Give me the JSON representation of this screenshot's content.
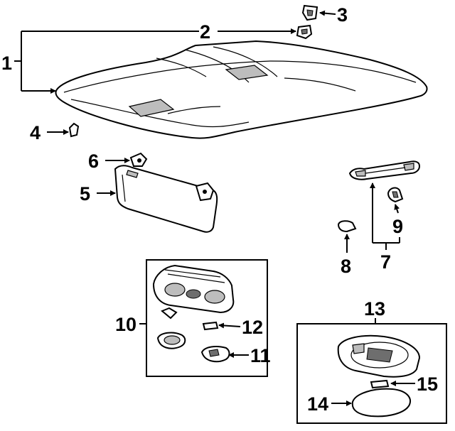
{
  "callouts": [
    {
      "id": "1",
      "label": "1"
    },
    {
      "id": "2",
      "label": "2"
    },
    {
      "id": "3",
      "label": "3"
    },
    {
      "id": "4",
      "label": "4"
    },
    {
      "id": "5",
      "label": "5"
    },
    {
      "id": "6",
      "label": "6"
    },
    {
      "id": "7",
      "label": "7"
    },
    {
      "id": "8",
      "label": "8"
    },
    {
      "id": "9",
      "label": "9"
    },
    {
      "id": "10",
      "label": "10"
    },
    {
      "id": "11",
      "label": "11"
    },
    {
      "id": "12",
      "label": "12"
    },
    {
      "id": "13",
      "label": "13"
    },
    {
      "id": "14",
      "label": "14"
    },
    {
      "id": "15",
      "label": "15"
    }
  ],
  "parts": [
    {
      "id": "headliner",
      "icon": "headliner-panel-icon",
      "callout": "1"
    },
    {
      "id": "retainer-clip",
      "icon": "clip-icon",
      "callout": "2"
    },
    {
      "id": "upper-clip",
      "icon": "clip-icon",
      "callout": "3"
    },
    {
      "id": "sun-visor-hook",
      "icon": "hook-icon",
      "callout": "4"
    },
    {
      "id": "sun-visor",
      "icon": "sun-visor-icon",
      "callout": "5"
    },
    {
      "id": "visor-bracket",
      "icon": "bracket-icon",
      "callout": "6"
    },
    {
      "id": "grab-handle",
      "icon": "grab-handle-icon",
      "callout": "7"
    },
    {
      "id": "handle-cap",
      "icon": "cap-icon",
      "callout": "8"
    },
    {
      "id": "handle-clip",
      "icon": "clip-icon",
      "callout": "9"
    },
    {
      "id": "overhead-console-lamp",
      "icon": "console-lamp-icon",
      "callout": "10"
    },
    {
      "id": "console-lens",
      "icon": "lens-icon",
      "callout": "11"
    },
    {
      "id": "console-bulb",
      "icon": "bulb-icon",
      "callout": "12"
    },
    {
      "id": "dome-lamp",
      "icon": "dome-lamp-icon",
      "callout": "13"
    },
    {
      "id": "dome-lens",
      "icon": "lens-icon",
      "callout": "14"
    },
    {
      "id": "dome-bulb",
      "icon": "bulb-icon",
      "callout": "15"
    }
  ],
  "colors": {
    "ink": "#000000",
    "paper": "#ffffff",
    "shade": "#bdbdbd"
  }
}
